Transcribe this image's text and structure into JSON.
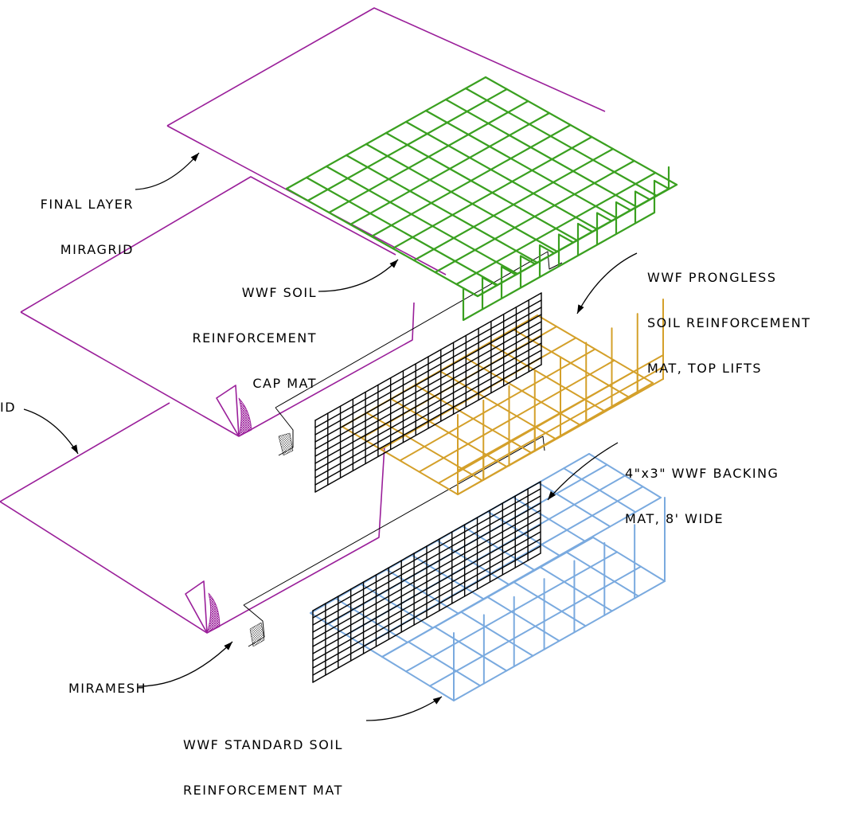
{
  "labels": {
    "final_layer": [
      "FINAL LAYER",
      "MIRAGRID"
    ],
    "cap_mat": [
      "WWF SOIL",
      "REINFORCEMENT",
      "CAP MAT"
    ],
    "prongless": [
      "WWF PRONGLESS",
      "SOIL REINFORCEMENT",
      "MAT, TOP LIFTS"
    ],
    "miragrid_partial": "ID",
    "backing": [
      "4\"x3\" WWF BACKING",
      "MAT, 8' WIDE"
    ],
    "miramesh": "MIRAMESH",
    "standard": [
      "WWF STANDARD SOIL",
      "REINFORCEMENT MAT"
    ]
  },
  "colors": {
    "miragrid": "#9a1f9a",
    "cap_mat": "#3aa020",
    "prongless": "#d4a02a",
    "standard": "#7aaadf",
    "backing": "#000000",
    "miramesh": "#000000"
  }
}
